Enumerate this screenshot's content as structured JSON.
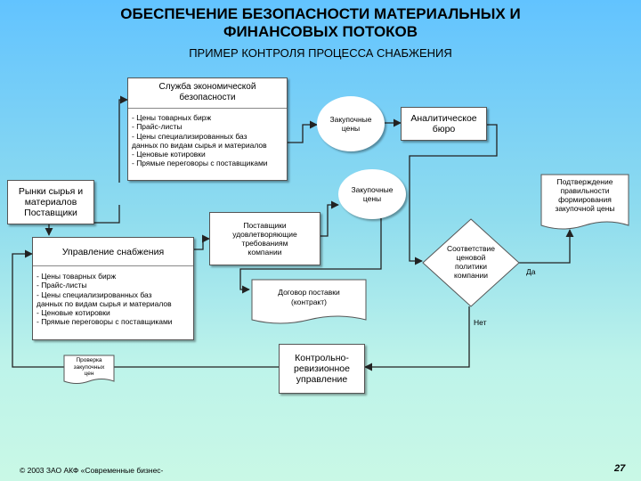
{
  "title_line1": "ОБЕСПЕЧЕНИЕ БЕЗОПАСНОСТИ МАТЕРИАЛЬНЫХ И",
  "title_line2": "ФИНАНСОВЫХ ПОТОКОВ",
  "subtitle": "ПРИМЕР КОНТРОЛЯ ПРОЦЕССА СНАБЖЕНИЯ",
  "security_service": {
    "header_line1": "Служба экономической",
    "header_line2": "безопасности",
    "items": [
      "- Цены товарных бирж",
      "- Прайс-листы",
      "- Цены специализированных баз",
      "данных по видам сырья и материалов",
      "- Ценовые котировки",
      "- Прямые переговоры с поставщиками"
    ]
  },
  "purchase_prices_top": {
    "line1": "Закупочные",
    "line2": "цены"
  },
  "analytics_bureau": {
    "line1": "Аналитическое",
    "line2": "бюро"
  },
  "purchase_prices_mid": {
    "line1": "Закупочные",
    "line2": "цены"
  },
  "markets": {
    "line1": "Рынки сырья и",
    "line2": "материалов",
    "line3": "Поставщики"
  },
  "confirmation_doc": {
    "line1": "Подтверждение",
    "line2": "правильности",
    "line3": "формирования",
    "line4": "закупочной цены"
  },
  "suppliers_box": {
    "line1": "Поставщики",
    "line2": "удовлетворяющие",
    "line3": "требованиям",
    "line4": "компании"
  },
  "supply_management": {
    "header": "Управление снабжения",
    "items": [
      "- Цены товарных бирж",
      "- Прайс-листы",
      "- Цены специализированных баз",
      "данных по видам сырья и материалов",
      "- Ценовые котировки",
      "- Прямые переговоры с поставщиками"
    ]
  },
  "decision": {
    "line1": "Соответствие",
    "line2": "ценовой",
    "line3": "политики",
    "line4": "компании"
  },
  "yes_label": "Да",
  "no_label": "Нет",
  "contract_doc": {
    "line1": "Договор поставки",
    "line2": "(контракт)"
  },
  "price_check": {
    "line1": "Проверка",
    "line2": "закупочных",
    "line3": "цен"
  },
  "audit_box": {
    "line1": "Контрольно-",
    "line2": "ревизионное",
    "line3": "управление"
  },
  "footer_copyright": "© 2003 ЗАО АКФ «Современные бизнес-",
  "page_number": "27",
  "colors": {
    "background_top": "#62c3ff",
    "background_bottom": "#c9f8e6",
    "line": "#222222"
  }
}
